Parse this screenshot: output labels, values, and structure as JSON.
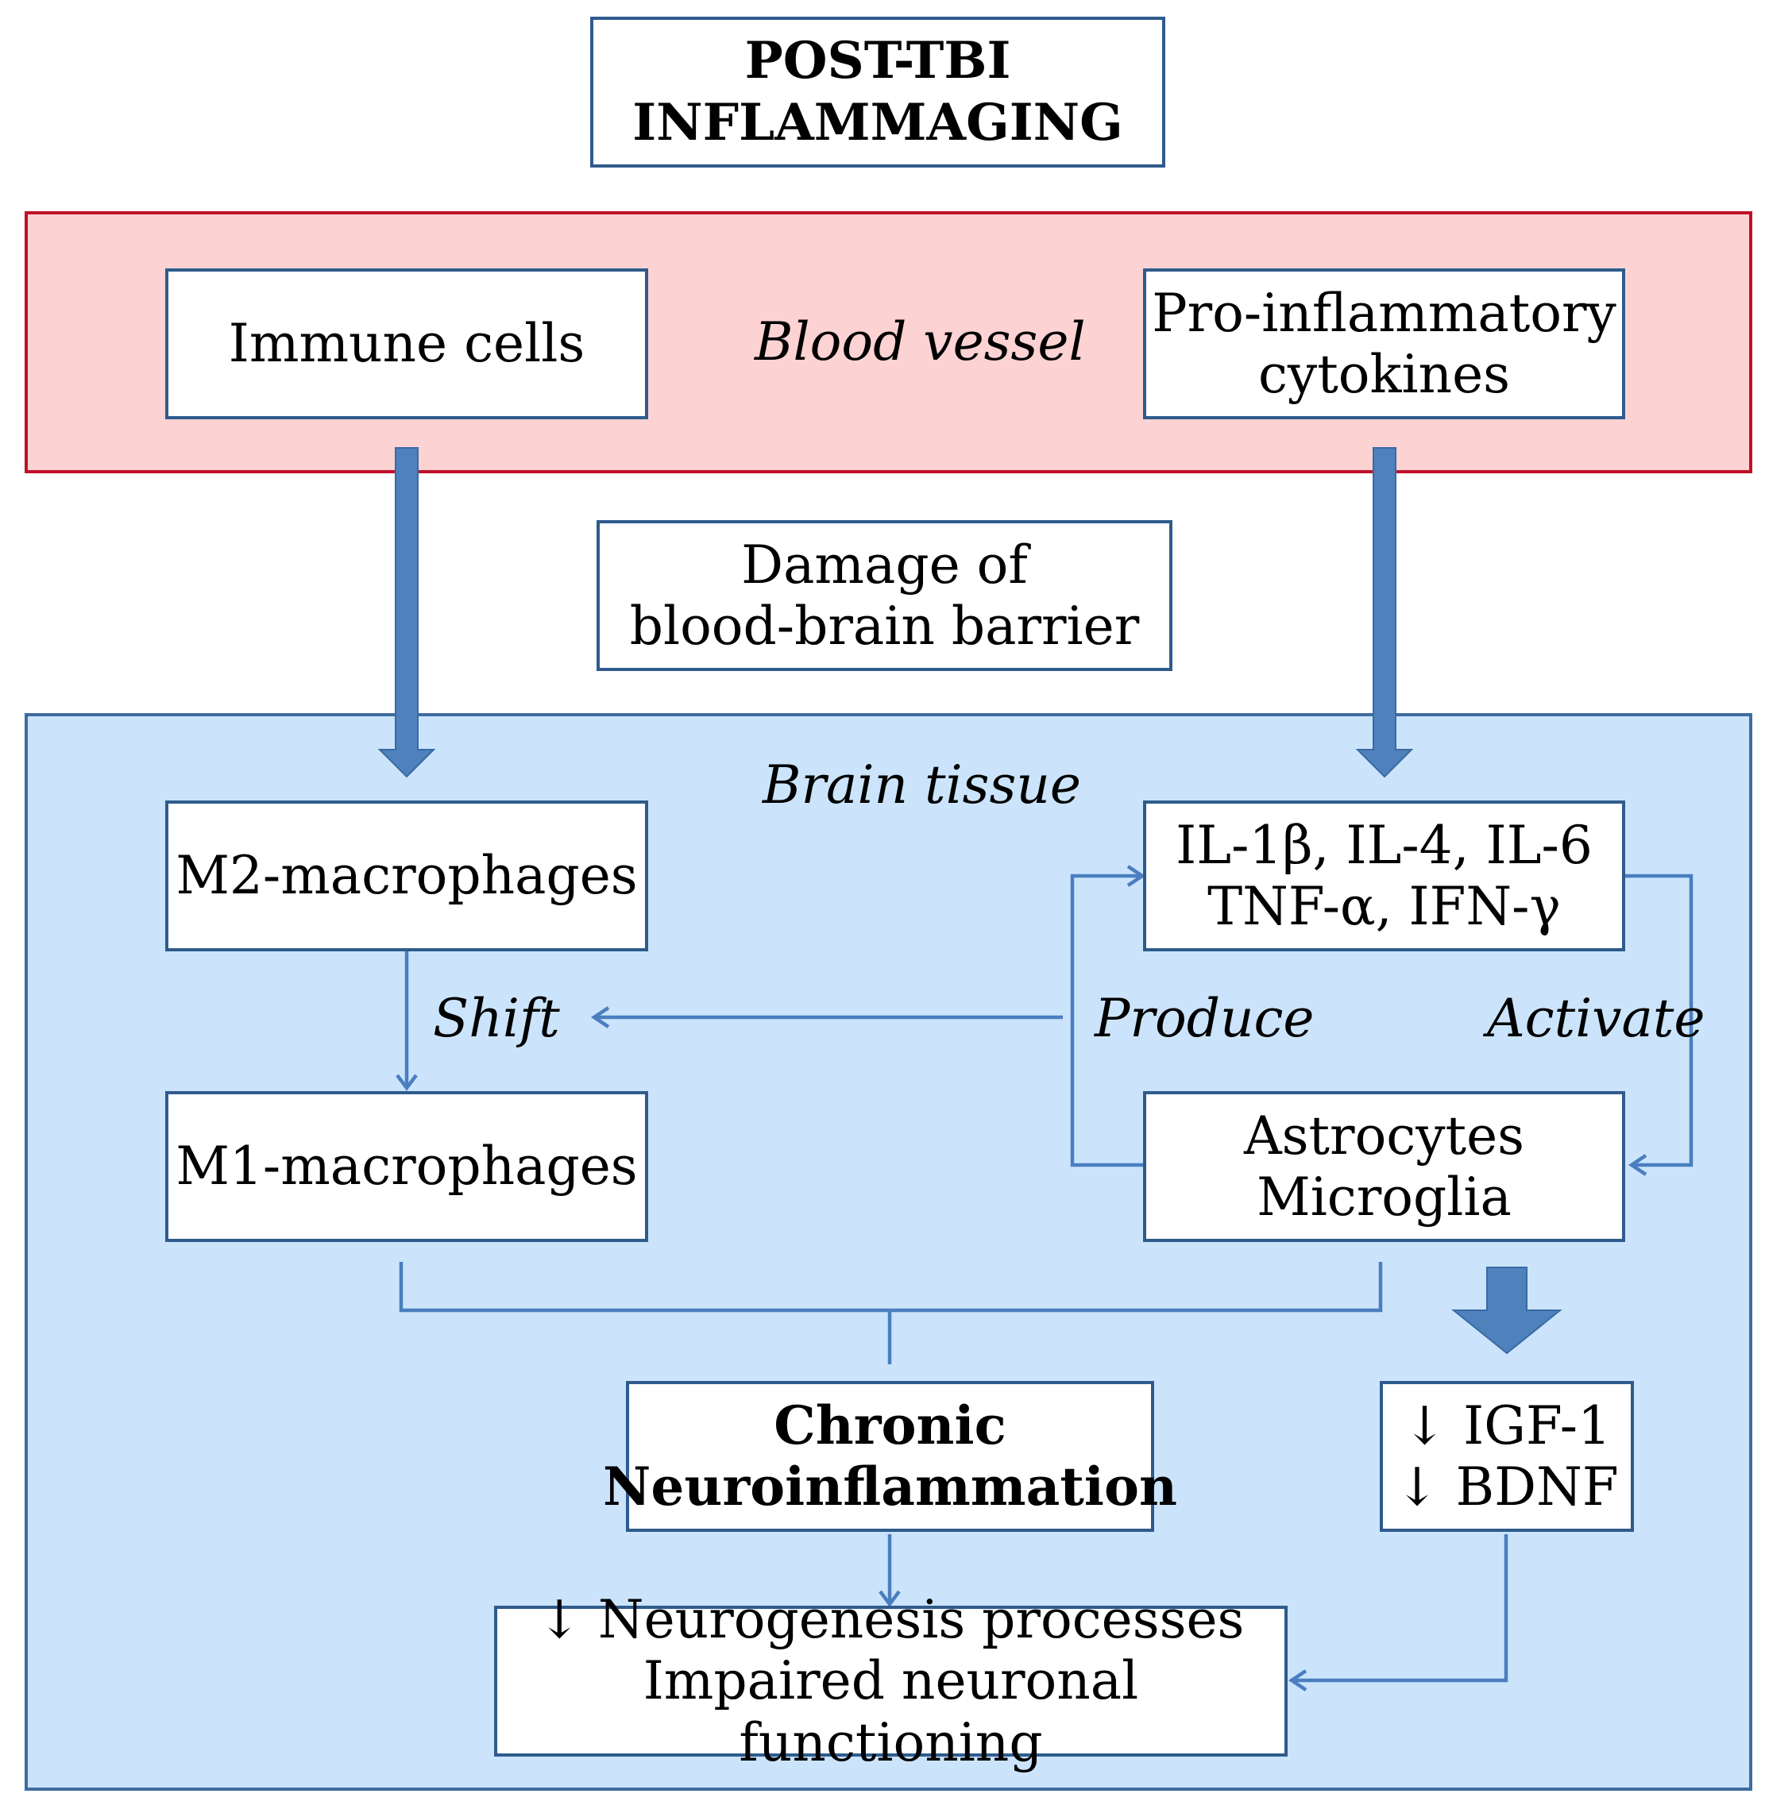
{
  "title": {
    "line1": "POST-TBI",
    "line2": "INFLAMMAGING"
  },
  "blood_vessel": {
    "label": "Blood vessel",
    "immune_cells": "Immune cells",
    "cytokines": {
      "line1": "Pro-inflammatory",
      "line2": "cytokines"
    }
  },
  "bbb": {
    "line1": "Damage of",
    "line2": "blood-brain barrier"
  },
  "brain_tissue": {
    "label": "Brain tissue",
    "m2": "M2-macrophages",
    "m1": "M1-macrophages",
    "shift_label": "Shift",
    "interleukins": {
      "line1": "IL-1β, IL-4, IL-6",
      "line2": "TNF-α, IFN-γ"
    },
    "produce_label": "Produce",
    "activate_label": "Activate",
    "glia": {
      "line1": "Astrocytes",
      "line2": "Microglia"
    },
    "chronic": {
      "line1": "Chronic",
      "line2": "Neuroinflammation"
    },
    "growth_factors": {
      "line1": "↓ IGF-1",
      "line2": "↓ BDNF"
    },
    "outcome": {
      "line1": "↓ Neurogenesis processes",
      "line2": "Impaired neuronal functioning"
    }
  },
  "colors": {
    "connector": "#4a7ebf",
    "box_border": "#2f5b8c",
    "blood_fill": "#fcd2d3",
    "blood_border": "#c0102a",
    "brain_fill": "#cbe4fb"
  }
}
